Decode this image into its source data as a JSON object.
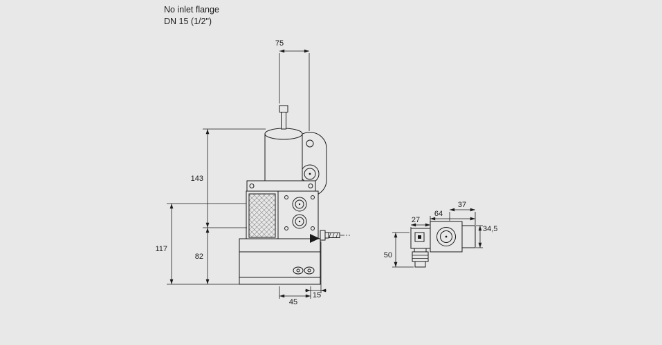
{
  "meta": {
    "background_color": "#e8e8e8",
    "line_color": "#1a1a1a",
    "drawing_type": "technical dimension drawing of gas valve"
  },
  "header": {
    "line1": "No inlet flange",
    "line2": "DN 15 (1/2\")"
  },
  "main_view": {
    "dim_top_width": "75",
    "dim_upper_height": "143",
    "dim_lower_overall_height": "117",
    "dim_lower_height": "82",
    "dim_bottom_width": "45",
    "dim_outlet_offset": "15"
  },
  "side_view": {
    "dim_top_width": "37",
    "dim_overall_width": "64",
    "dim_connector_width": "27",
    "dim_right_height": "34,5",
    "dim_left_height": "50"
  }
}
